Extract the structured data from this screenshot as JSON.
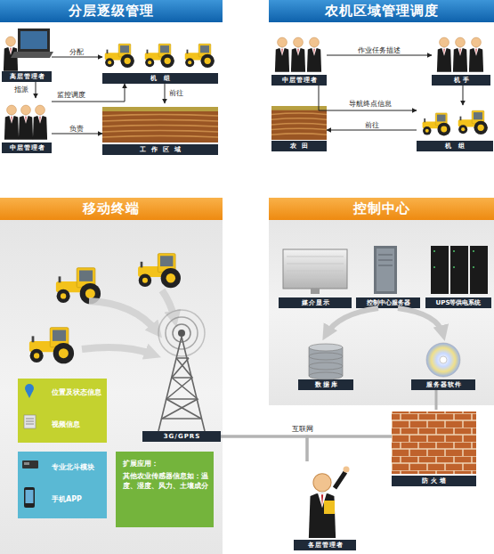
{
  "diagram": {
    "nodes": [
      {
        "text": [
          "分层逐级管理"
        ]
      },
      {
        "text": [
          "高层管理者"
        ],
        "in": 0
      },
      {
        "text": [
          "机 组"
        ],
        "in": 0
      },
      {
        "text": [
          "中层管理者"
        ],
        "in": 0
      },
      {
        "text": [
          "工作区域"
        ],
        "in": 0
      },
      {
        "text": [
          "农机区域管理调度"
        ]
      },
      {
        "text": [
          "中层管理者"
        ],
        "in": 5
      },
      {
        "text": [
          "机手"
        ],
        "in": 5
      },
      {
        "text": [
          "机 组"
        ],
        "in": 5
      },
      {
        "text": [
          "农 田"
        ],
        "in": 5
      },
      {
        "text": [
          "移动终端"
        ]
      },
      {
        "text": [
          "3G/GPRS"
        ],
        "in": 10
      },
      {
        "text": [
          "位置及状态信息",
          "视频信息"
        ],
        "in": 10
      },
      {
        "text": [
          "专业北斗模块",
          "手机APP"
        ],
        "in": 10
      },
      {
        "text": [
          "扩展应用：",
          "其他农业传感器信息如：温度、湿度、风力、土壤成分"
        ],
        "in": 10
      },
      {
        "text": [
          "控制中心"
        ]
      },
      {
        "text": [
          "媒介显示"
        ],
        "in": 15
      },
      {
        "text": [
          "控制中心服务器"
        ],
        "in": 15
      },
      {
        "text": [
          "UPS等供电系统"
        ],
        "in": 15
      },
      {
        "text": [
          "数据库"
        ],
        "in": 15
      },
      {
        "text": [
          "服务器软件"
        ],
        "in": 15
      },
      {
        "text": [
          "防火墙"
        ]
      },
      {
        "text": [
          "各层管理者"
        ]
      }
    ],
    "edges": [
      {
        "from": 1,
        "to": 2,
        "arrow": "to",
        "label": "分配"
      },
      {
        "from": 1,
        "to": 3,
        "arrow": "to",
        "label": "指派"
      },
      {
        "from": 3,
        "to": 2,
        "arrow": "to",
        "label": "监控调度"
      },
      {
        "from": 2,
        "to": 4,
        "arrow": "to",
        "label": "前往"
      },
      {
        "from": 3,
        "to": 4,
        "arrow": "to",
        "label": "负责"
      },
      {
        "from": 6,
        "to": 7,
        "arrow": "to",
        "label": "作业任务描述"
      },
      {
        "from": 6,
        "to": 8,
        "arrow": "to",
        "label": "导航终点信息"
      },
      {
        "from": 7,
        "to": 8,
        "arrow": "to"
      },
      {
        "from": 8,
        "to": 9,
        "arrow": "to",
        "label": "前往"
      },
      {
        "from": 17,
        "to": 19,
        "arrow": "to"
      },
      {
        "from": 17,
        "to": 20,
        "arrow": "to"
      },
      {
        "from": 20,
        "to": 21,
        "arrow": "none"
      },
      {
        "from": 11,
        "to": 21,
        "arrow": "none",
        "label": "互联网"
      },
      {
        "from": 11,
        "to": 22,
        "arrow": "none"
      },
      {
        "from": 21,
        "to": 22,
        "arrow": "none"
      }
    ]
  }
}
